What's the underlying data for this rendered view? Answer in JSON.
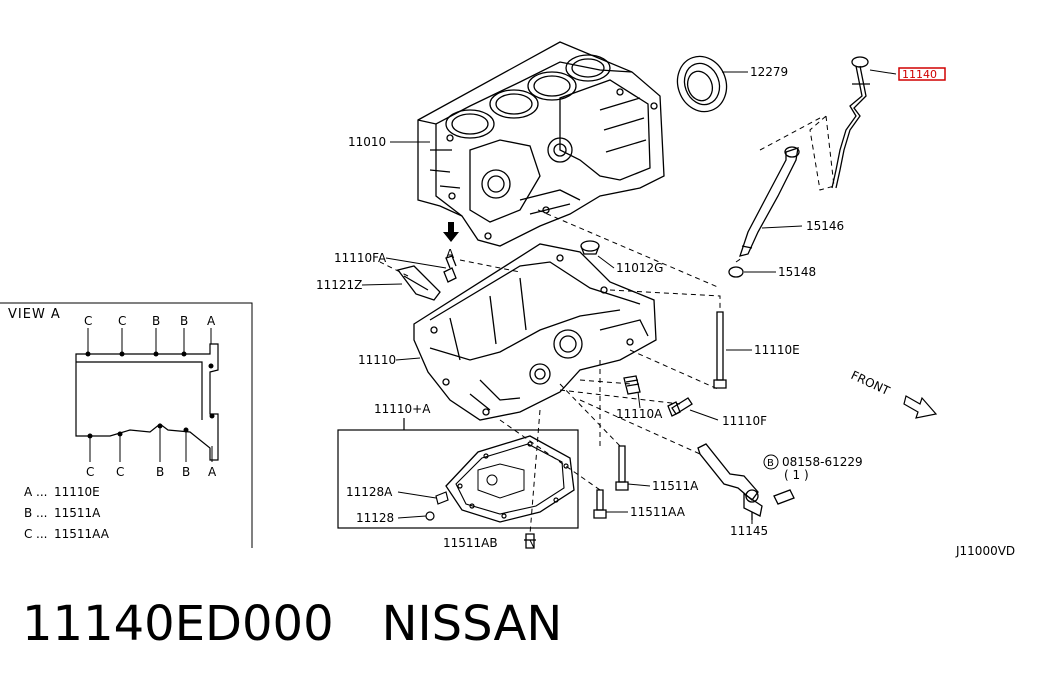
{
  "labels": {
    "p12279": "12279",
    "p11140": "11140",
    "p11010": "11010",
    "p15146": "15146",
    "p11110FA": "11110FA",
    "pA_arrow": "A",
    "p11012G": "11012G",
    "p15148": "15148",
    "p11121Z": "11121Z",
    "p11110E": "11110E",
    "p11110": "11110",
    "p11110A": "11110A",
    "p11110F": "11110F",
    "p11110plusA": "11110+A",
    "p08158": "08158-61229",
    "p08158_qty": "( 1 )",
    "p08158_b": "B",
    "p11511A": "11511A",
    "p11128A": "11128A",
    "p11511AA": "11511AA",
    "p11128": "11128",
    "p11145": "11145",
    "p11511AB": "11511AB",
    "front": "FRONT",
    "diagram_code": "J11000VD"
  },
  "view_a": {
    "title": "VIEW A",
    "top_letters": [
      "C",
      "C",
      "B",
      "B",
      "A"
    ],
    "bottom_letters": [
      "C",
      "C",
      "B",
      "B",
      "A"
    ],
    "legend": [
      {
        "key": "A",
        "dots": "...",
        "part": "11110E"
      },
      {
        "key": "B",
        "dots": "...",
        "part": "11511A"
      },
      {
        "key": "C",
        "dots": "...",
        "part": "11511AA"
      }
    ]
  },
  "footer": {
    "part_number": "11140ED000",
    "brand": "NISSAN"
  },
  "colors": {
    "highlight": "#d00000",
    "line": "#000000"
  }
}
